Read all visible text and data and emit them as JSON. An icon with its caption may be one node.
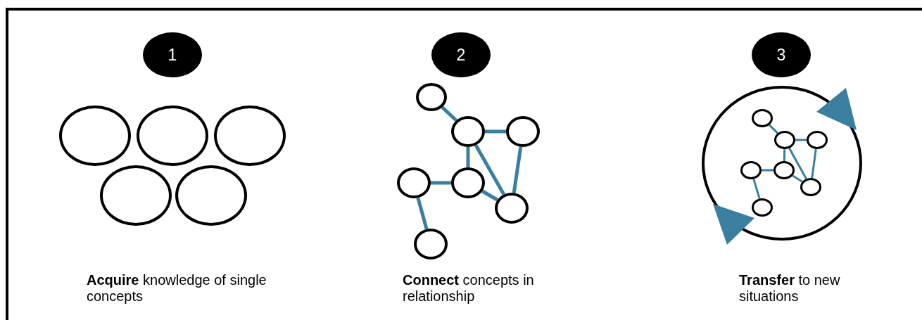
{
  "diagram": {
    "nodes": [
      {
        "text": [
          "1"
        ]
      },
      {
        "text": [],
        "shape": "circle"
      },
      {
        "text": [],
        "shape": "circle"
      },
      {
        "text": [],
        "shape": "circle"
      },
      {
        "text": [],
        "shape": "circle"
      },
      {
        "text": [],
        "shape": "circle"
      },
      {
        "text": [
          "2"
        ]
      },
      {
        "text": [],
        "shape": "circle"
      },
      {
        "text": [],
        "shape": "circle"
      },
      {
        "text": [],
        "shape": "circle"
      },
      {
        "text": [],
        "shape": "circle"
      },
      {
        "text": [],
        "shape": "circle"
      },
      {
        "text": [],
        "shape": "circle"
      },
      {
        "text": [],
        "shape": "circle"
      },
      {
        "text": [
          "3"
        ]
      },
      {
        "text": [],
        "shape": "circle"
      },
      {
        "text": [],
        "shape": "circle",
        "in": 15
      },
      {
        "text": [],
        "shape": "circle",
        "in": 15
      },
      {
        "text": [],
        "shape": "circle",
        "in": 15
      },
      {
        "text": [],
        "shape": "circle",
        "in": 15
      },
      {
        "text": [],
        "shape": "circle",
        "in": 15
      },
      {
        "text": [],
        "shape": "circle",
        "in": 15
      },
      {
        "text": [],
        "shape": "circle",
        "in": 15
      }
    ],
    "edges": [
      {
        "from": 7,
        "to": 8,
        "arrow": "none"
      },
      {
        "from": 8,
        "to": 9,
        "arrow": "none"
      },
      {
        "from": 8,
        "to": 11,
        "arrow": "none"
      },
      {
        "from": 8,
        "to": 12,
        "arrow": "none"
      },
      {
        "from": 9,
        "to": 12,
        "arrow": "none"
      },
      {
        "from": 10,
        "to": 11,
        "arrow": "none"
      },
      {
        "from": 11,
        "to": 12,
        "arrow": "none"
      },
      {
        "from": 10,
        "to": 13,
        "arrow": "none"
      },
      {
        "from": 16,
        "to": 17,
        "arrow": "none"
      },
      {
        "from": 17,
        "to": 18,
        "arrow": "none"
      },
      {
        "from": 17,
        "to": 20,
        "arrow": "none"
      },
      {
        "from": 17,
        "to": 21,
        "arrow": "none"
      },
      {
        "from": 18,
        "to": 21,
        "arrow": "none"
      },
      {
        "from": 19,
        "to": 20,
        "arrow": "none"
      },
      {
        "from": 20,
        "to": 21,
        "arrow": "none"
      },
      {
        "from": 19,
        "to": 22,
        "arrow": "none"
      }
    ],
    "labels": [
      "**Acquire** knowledge of single concepts",
      "**Connect** concepts in relationship",
      "**Transfer** to new situations"
    ]
  }
}
